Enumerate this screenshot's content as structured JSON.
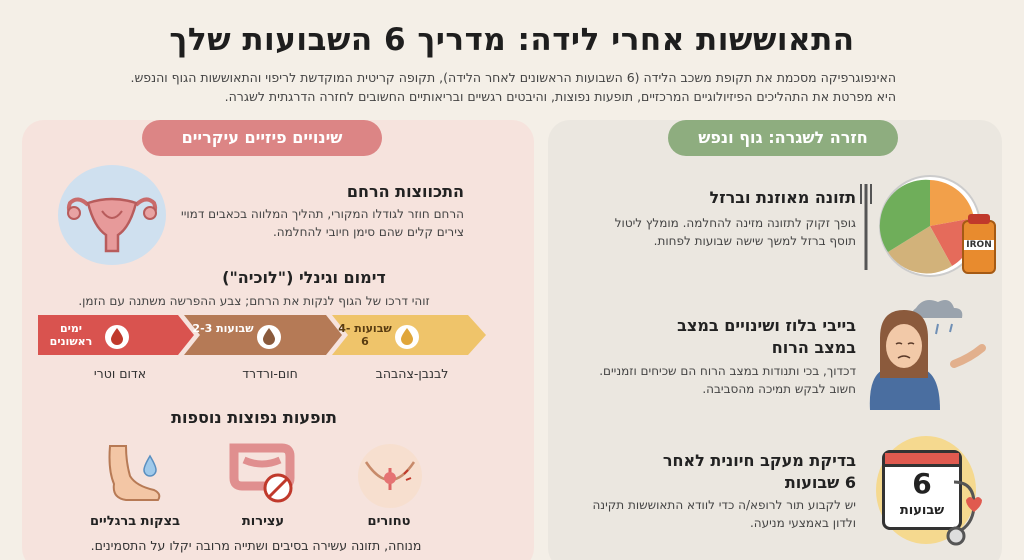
{
  "title": "התאוששות אחרי לידה: מדריך 6 השבועות שלך",
  "intro": "האינפוגרפיקה מסכמת את תקופת משכב הלידה (6 השבועות הראשונים לאחר הלידה), תקופה קריטית המוקדשת לריפוי והתאוששות הגוף והנפש. היא מפרטת את התהליכים הפיזיולוגיים המרכזיים, תופעות נפוצות, והיבטים רגשיים ובריאותיים החשובים לחזרה הדרגתית לשגרה.",
  "physical": {
    "header": "שינויים פיזיים עיקריים",
    "uterus": {
      "title": "התכווצות הרחם",
      "text": "הרחם חוזר לגודלו המקורי, תהליך המלווה בכאבים דמויי צירים קלים שהם סימן חיובי להחלמה."
    },
    "bleeding": {
      "title": "דימום וגינלי (\"לוכיה\")",
      "text": "זוהי דרכו של הגוף לנקות את הרחם; צבע ההפרשה משתנה עם הזמן.",
      "stages": [
        {
          "period": "ימים ראשונים",
          "color_name": "אדום וטרי",
          "color": "#d9534f"
        },
        {
          "period": "שבועות 2-3",
          "color_name": "חום-ורדרד",
          "color": "#b57a56"
        },
        {
          "period": "שבועות 4-6",
          "color_name": "לבנבן-צהבהב",
          "color": "#efc46a"
        }
      ]
    },
    "symptoms": {
      "title": "תופעות נפוצות נוספות",
      "items": [
        {
          "label": "טחורים",
          "icon": "hemorrhoids-icon"
        },
        {
          "label": "עצירות",
          "icon": "intestine-icon"
        },
        {
          "label": "בצקות ברגליים",
          "icon": "swollen-foot-icon"
        }
      ],
      "footnote": "מנוחה, תזונה עשירה בסיבים ושתייה מרובה יקלו על התסמינים."
    }
  },
  "routine": {
    "header": "חזרה לשגרה: גוף ונפש",
    "items": [
      {
        "title": "תזונה מאוזנת וברזל",
        "text": "גופך זקוק לתזונה מזינה להחלמה. מומלץ ליטול תוסף ברזל למשך שישה שבועות לפחות.",
        "icon": "healthy-plate-icon",
        "iron_label": "IRON"
      },
      {
        "title": "בייבי בלוז ושינויים במצב במצב הרוח",
        "text": "דכדוך, בכי ותנודות במצב הרוח הם שכיחים וזמניים. חשוב לבקש תמיכה מהסביבה.",
        "icon": "sad-woman-icon"
      },
      {
        "title": "בדיקת מעקב חיונית לאחר 6 שבועות",
        "text": "יש לקבוע תור לרופא/ה כדי לוודא התאוששות תקינה ולדון באמצעי מניעה.",
        "icon": "calendar-stethoscope-icon",
        "calendar_number": "6",
        "calendar_label": "שבועות"
      }
    ]
  }
}
